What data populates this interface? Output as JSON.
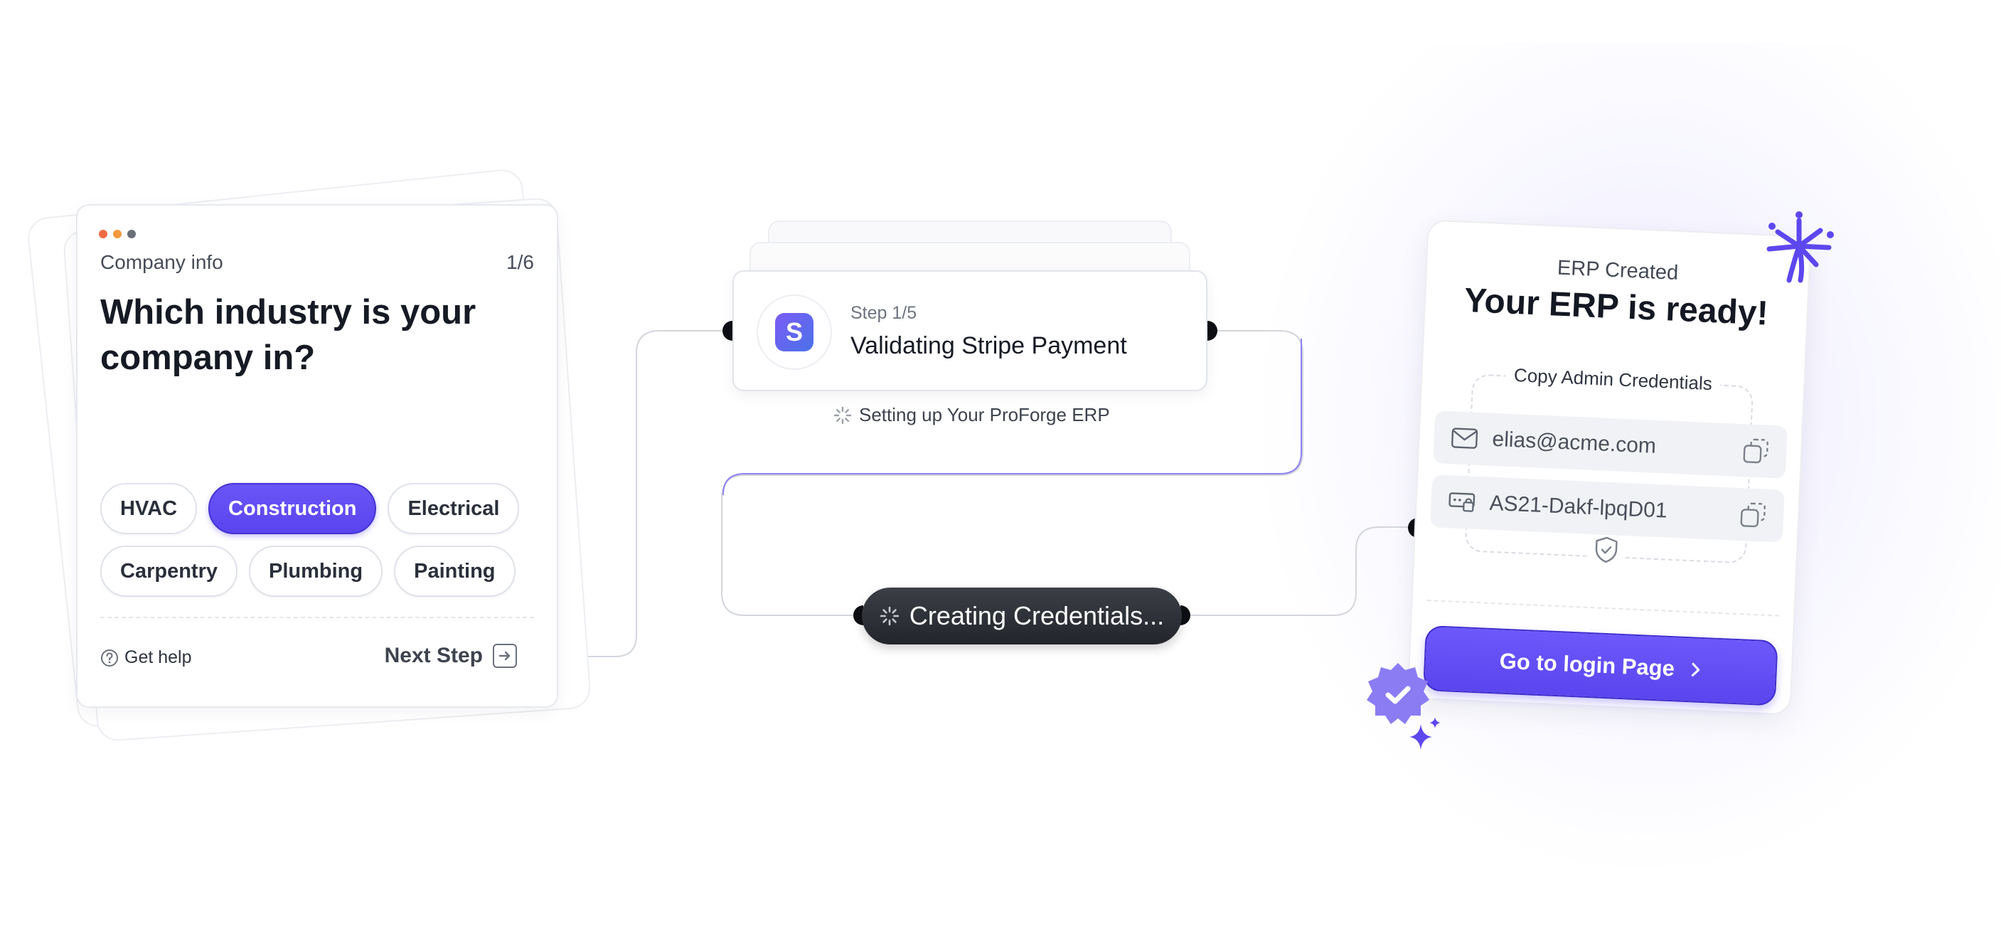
{
  "company_card": {
    "section_label": "Company info",
    "progress": "1/6",
    "question": "Which industry is your company in?",
    "options": [
      "HVAC",
      "Construction",
      "Electrical",
      "Carpentry",
      "Plumbing",
      "Painting"
    ],
    "selected": "Construction",
    "help_label": "Get help",
    "next_label": "Next Step",
    "window_dot_colors": [
      "#f06a43",
      "#f39a3e",
      "#6b6f78"
    ]
  },
  "step_card": {
    "logo_letter": "S",
    "step_label": "Step 1/5",
    "title": "Validating Stripe Payment",
    "status_text": "Setting up Your ProForge ERP"
  },
  "credentials_pill": {
    "label": "Creating Credentials..."
  },
  "erp_card": {
    "label": "ERP Created",
    "title": "Your ERP is ready!",
    "credentials_title": "Copy Admin Credentials",
    "email": "elias@acme.com",
    "password": "AS21-Dakf-lpqD01",
    "login_button": "Go to login Page"
  },
  "colors": {
    "accent": "#5a45ee",
    "dark_pill": "#2a2c33",
    "badge": "#8b7cf3"
  }
}
